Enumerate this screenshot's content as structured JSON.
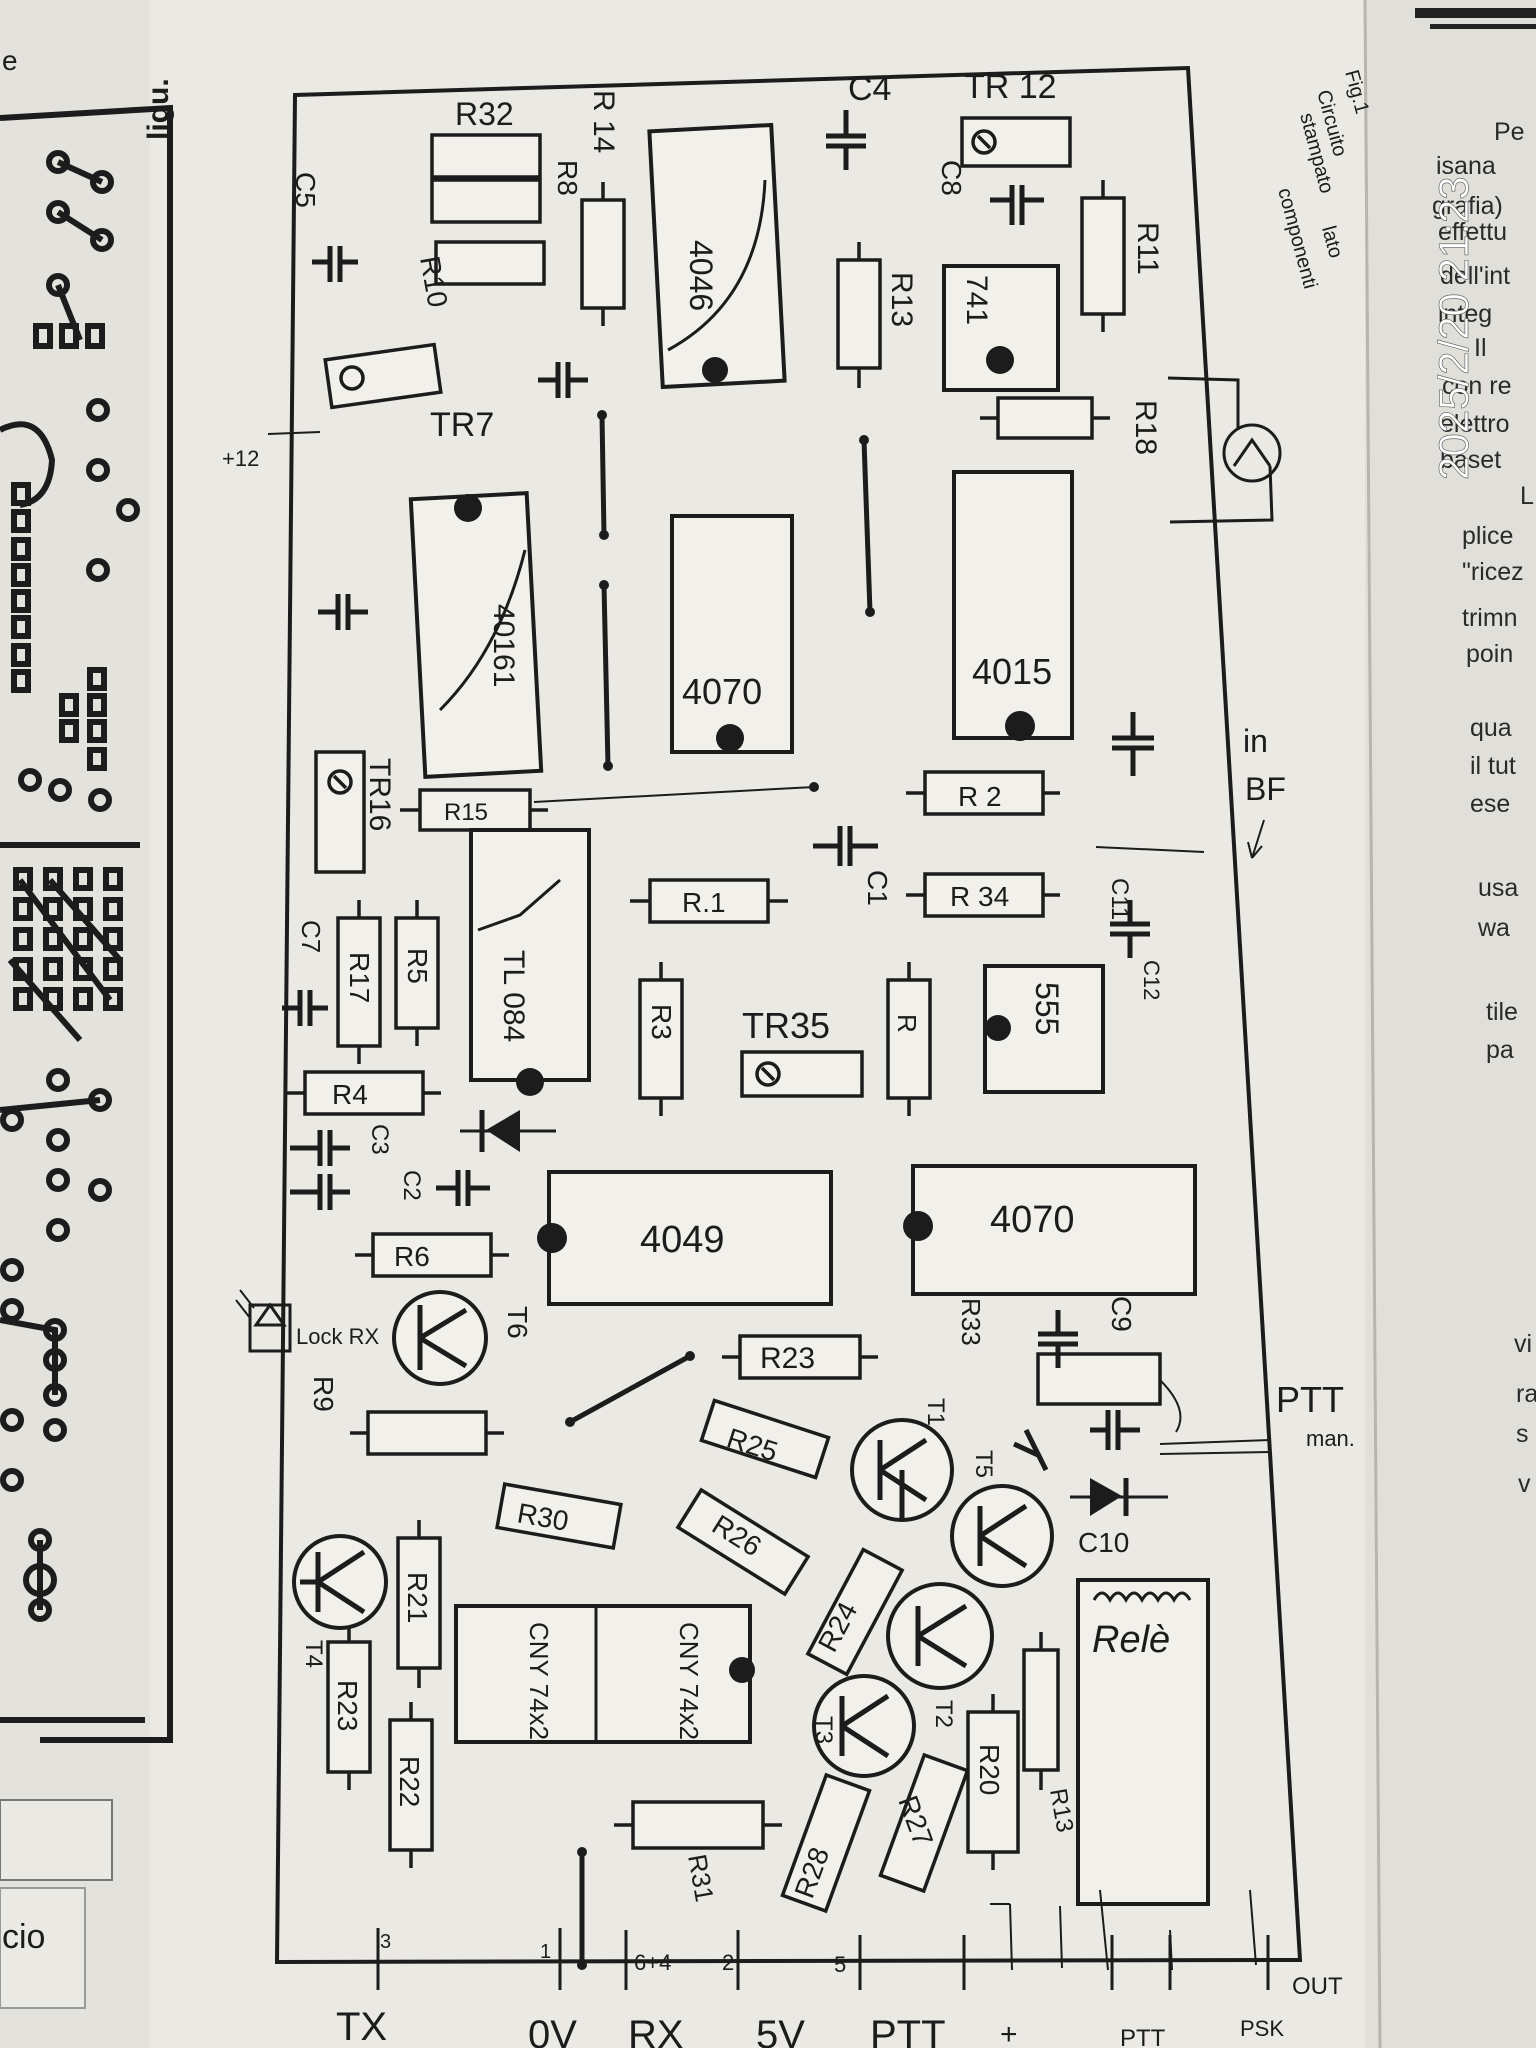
{
  "figure": {
    "caption_lines": [
      "Fig.1",
      "Circuito",
      "stampato",
      "lato",
      "componenti"
    ]
  },
  "pcb": {
    "components": [
      {
        "id": "r32",
        "label": "R32"
      },
      {
        "id": "r14",
        "label": "R 14"
      },
      {
        "id": "r8",
        "label": "R8"
      },
      {
        "id": "r10",
        "label": "R10"
      },
      {
        "id": "c5",
        "label": "C5"
      },
      {
        "id": "c4",
        "label": "C4"
      },
      {
        "id": "tr12",
        "label": "TR 12"
      },
      {
        "id": "c8",
        "label": "C8"
      },
      {
        "id": "ic4046",
        "label": "4046"
      },
      {
        "id": "r13a",
        "label": "R13"
      },
      {
        "id": "ic741",
        "label": "741"
      },
      {
        "id": "r11",
        "label": "R11"
      },
      {
        "id": "r18",
        "label": "R18"
      },
      {
        "id": "tr7",
        "label": "TR7"
      },
      {
        "id": "plus12",
        "label": "+12"
      },
      {
        "id": "ic40161",
        "label": "40161"
      },
      {
        "id": "ic4070a",
        "label": "4070"
      },
      {
        "id": "ic4015",
        "label": "4015"
      },
      {
        "id": "tr16",
        "label": "TR16"
      },
      {
        "id": "r2",
        "label": "R 2"
      },
      {
        "id": "r15",
        "label": "R15"
      },
      {
        "id": "r1",
        "label": "R.1"
      },
      {
        "id": "c1",
        "label": "C1"
      },
      {
        "id": "r34",
        "label": "R 34"
      },
      {
        "id": "c11",
        "label": "C11"
      },
      {
        "id": "c12",
        "label": "C12"
      },
      {
        "id": "ic555",
        "label": "555"
      },
      {
        "id": "ic084",
        "label": "TL 084"
      },
      {
        "id": "r3",
        "label": "R3"
      },
      {
        "id": "tr35",
        "label": "TR35"
      },
      {
        "id": "rr",
        "label": "R"
      },
      {
        "id": "r17",
        "label": "R17"
      },
      {
        "id": "r5",
        "label": "R5"
      },
      {
        "id": "c7",
        "label": "C7"
      },
      {
        "id": "r4",
        "label": "R4"
      },
      {
        "id": "c3",
        "label": "C3"
      },
      {
        "id": "c2",
        "label": "C2"
      },
      {
        "id": "ic4049",
        "label": "4049"
      },
      {
        "id": "ic4070b",
        "label": "4070"
      },
      {
        "id": "r6",
        "label": "R6"
      },
      {
        "id": "c9",
        "label": "C9"
      },
      {
        "id": "r33",
        "label": "R33"
      },
      {
        "id": "t6",
        "label": "T6"
      },
      {
        "id": "lockrx",
        "label": "Lock RX"
      },
      {
        "id": "r9",
        "label": "R9"
      },
      {
        "id": "r23a",
        "label": "R23"
      },
      {
        "id": "r25",
        "label": "R25"
      },
      {
        "id": "t1",
        "label": "T1"
      },
      {
        "id": "t5",
        "label": "T5"
      },
      {
        "id": "c10",
        "label": "C10"
      },
      {
        "id": "r30",
        "label": "R30"
      },
      {
        "id": "r26",
        "label": "R26"
      },
      {
        "id": "r24",
        "label": "R24"
      },
      {
        "id": "t2",
        "label": "T2"
      },
      {
        "id": "t4",
        "label": "T4"
      },
      {
        "id": "r21",
        "label": "R21"
      },
      {
        "id": "cny1",
        "label": "CNY 74x2"
      },
      {
        "id": "cny2",
        "label": "CNY 74x2"
      },
      {
        "id": "rele",
        "label": "Relè"
      },
      {
        "id": "r23b",
        "label": "R23"
      },
      {
        "id": "r22",
        "label": "R22"
      },
      {
        "id": "t3",
        "label": "T3"
      },
      {
        "id": "r20",
        "label": "R20"
      },
      {
        "id": "r13b",
        "label": "R13"
      },
      {
        "id": "r28",
        "label": "R28"
      },
      {
        "id": "r27",
        "label": "R27"
      },
      {
        "id": "r31",
        "label": "R31"
      }
    ],
    "side_labels": {
      "in_bf_1": "in",
      "in_bf_2": "BF",
      "ptt": "PTT",
      "ptt_man": "man.",
      "out": "OUT"
    },
    "pins": [
      {
        "id": "p3",
        "num": "3",
        "name": "TX"
      },
      {
        "id": "p1",
        "num": "1",
        "name": "0V"
      },
      {
        "id": "p64",
        "num": "6+4",
        "name": "RX"
      },
      {
        "id": "p2",
        "num": "2",
        "name": "5V"
      },
      {
        "id": "p5",
        "num": "5",
        "name": "PTT"
      },
      {
        "id": "pplus",
        "num": "",
        "name": "+"
      },
      {
        "id": "pptt",
        "num": "",
        "name": "PTT"
      },
      {
        "id": "ppsk",
        "num": "",
        "name": "PSK"
      }
    ]
  },
  "right_page": {
    "fragments": [
      "Pe",
      "isana",
      "grafia)",
      "effettu",
      "dell'int",
      "integ",
      "Il",
      "con re",
      "elettro",
      "baset",
      "L",
      "plice",
      "\"ricez",
      "trimn",
      "poin",
      "qua",
      "il tut",
      "ese",
      "usa",
      "wa",
      "tile",
      "pa",
      "vi",
      "ra",
      "s",
      "v"
    ]
  },
  "left_page": {
    "fragments": [
      "e",
      "ligu.",
      "cio"
    ]
  },
  "timestamp": "2025/2/20 21:23"
}
